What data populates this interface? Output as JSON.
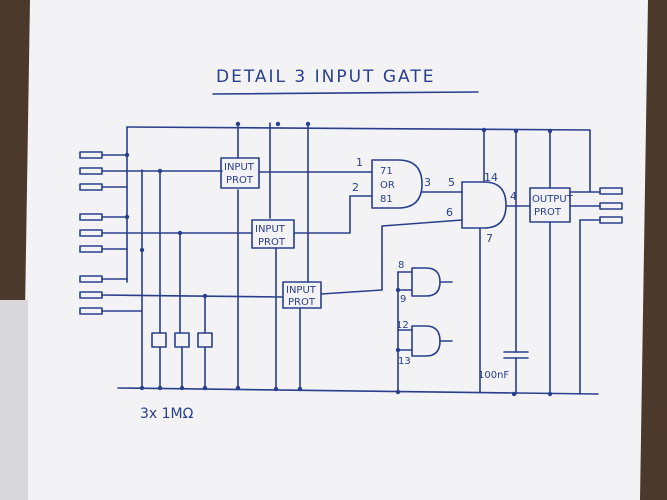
{
  "title": "DETAIL 3 INPUT GATE",
  "blocks": {
    "input_prot_1": [
      "INPUT",
      "PROT"
    ],
    "input_prot_2": [
      "INPUT",
      "PROT"
    ],
    "input_prot_3": [
      "INPUT",
      "PROT"
    ],
    "output_prot": [
      "OUTPUT",
      "PROT"
    ]
  },
  "gate_or": [
    "71",
    "OR",
    "81"
  ],
  "pins": {
    "p1": "1",
    "p2": "2",
    "p3": "3",
    "p5": "5",
    "p6": "6",
    "p14": "14",
    "p4": "4",
    "p7": "7",
    "p8": "8",
    "p9": "9",
    "p12": "12",
    "p13": "13"
  },
  "capacitor_label": "100nF",
  "resistor_label": "3x 1MΩ",
  "colors": {
    "ink": "#2a3f8c",
    "paper": "#f4f4f6",
    "background": "#5a4a3a"
  }
}
